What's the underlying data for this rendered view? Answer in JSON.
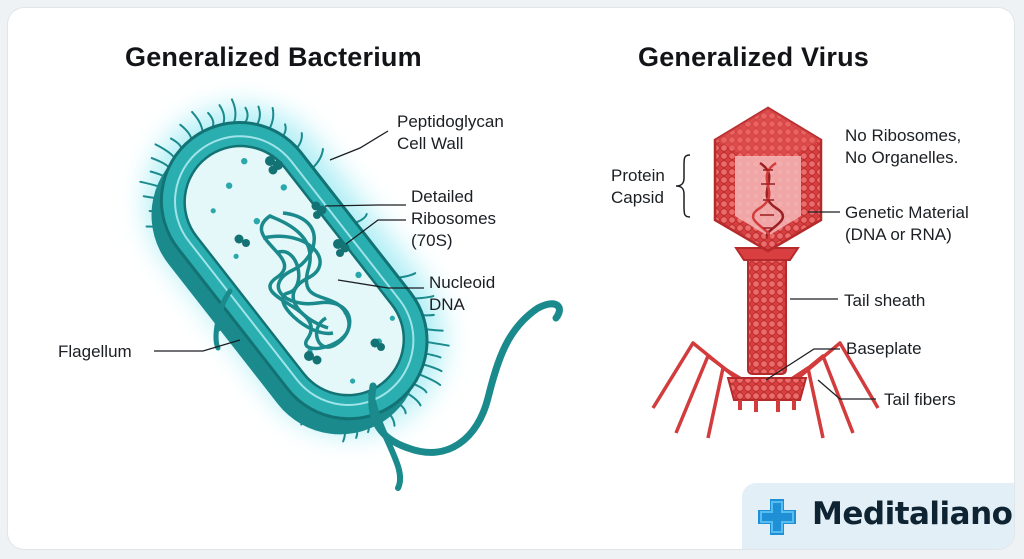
{
  "bacterium": {
    "title": "Generalized Bacterium",
    "labels": {
      "cell_wall": "Peptidoglycan\nCell Wall",
      "ribosomes": "Detailed\nRibosomes\n(70S)",
      "nucleoid": "Nucleoid\nDNA",
      "flagellum": "Flagellum"
    },
    "colors": {
      "teal_dark": "#1a8a8c",
      "teal": "#2aaeb0",
      "cytoplasm": "#e4f7f9",
      "glow": "#aeeef5"
    }
  },
  "virus": {
    "title": "Generalized Virus",
    "labels": {
      "capsid": "Protein\nCapsid",
      "no_ribosomes": "No Ribosomes,\nNo Organelles.",
      "genetic_material": "Genetic Material\n(DNA or RNA)",
      "tail_sheath": "Tail sheath",
      "baseplate": "Baseplate",
      "tail_fibers": "Tail fibers"
    },
    "colors": {
      "red": "#e0494a",
      "red_dark": "#b52a2b",
      "red_light": "#f2a0a0"
    }
  },
  "logo": {
    "text": "Meditaliano",
    "icon": "medical-cross-icon",
    "colors": {
      "blue": "#1f8fd6",
      "light": "#55bdf0"
    }
  }
}
